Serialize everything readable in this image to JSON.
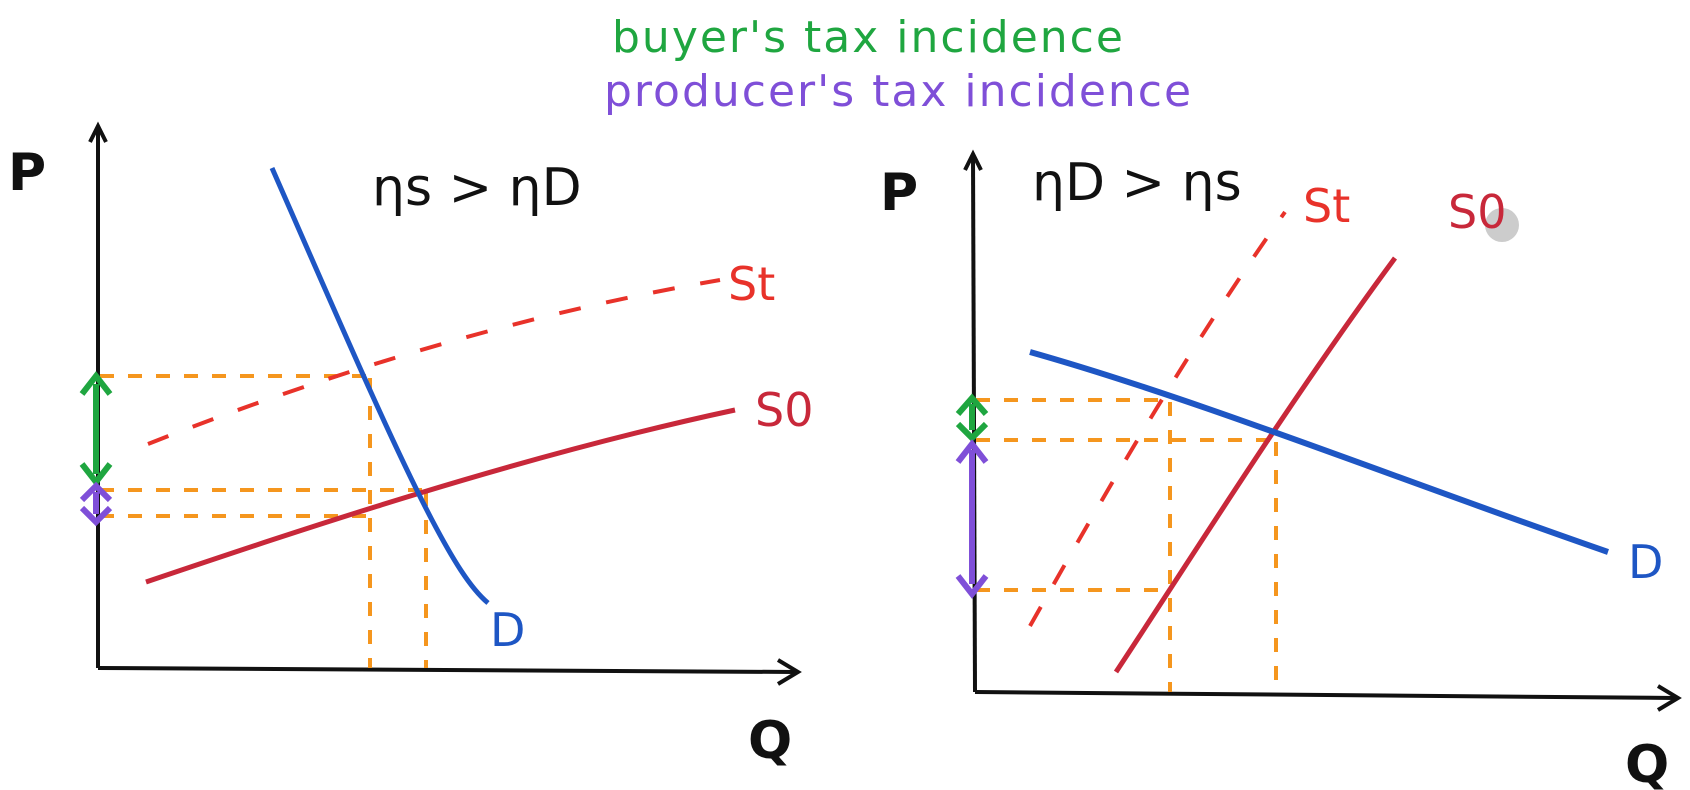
{
  "titles": {
    "buyers": "buyer's tax incidence",
    "producers": "producer's tax incidence"
  },
  "colors": {
    "buyer_arrow": "#1fa640",
    "producer_arrow": "#7f4fd8",
    "supply_original": "#c8283a",
    "supply_taxed": "#e8322a",
    "demand": "#1e56c4",
    "guides": "#f5961e",
    "axes": "#111111"
  },
  "left_panel": {
    "y_axis_label": "P",
    "x_axis_label": "Q",
    "elasticity_note": "ηs > ηD",
    "supply_taxed_label": "St",
    "supply_original_label": "S0",
    "demand_label": "D"
  },
  "right_panel": {
    "y_axis_label": "P",
    "x_axis_label": "Q",
    "elasticity_note": "ηD > ηs",
    "supply_taxed_label": "St",
    "supply_original_label": "S0",
    "demand_label": "D"
  }
}
